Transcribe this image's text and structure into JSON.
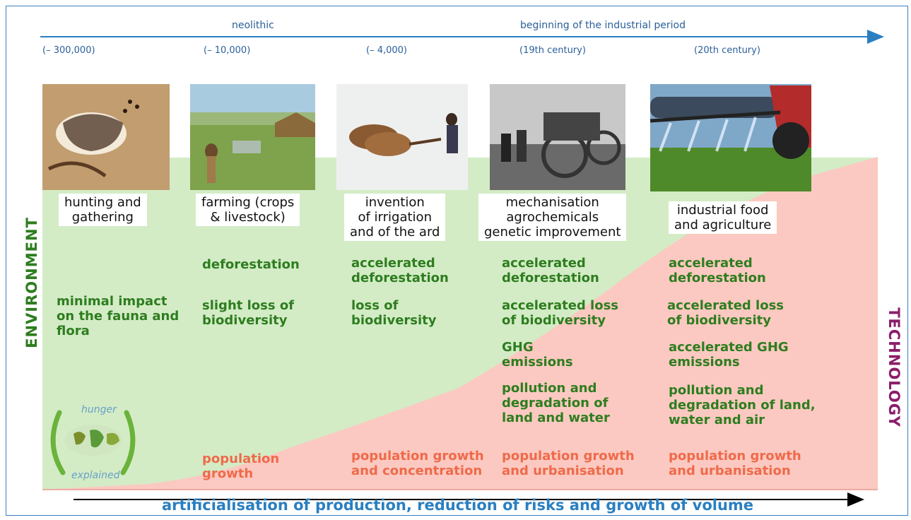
{
  "timeline": {
    "eras": [
      {
        "label": "neolithic"
      },
      {
        "label": "beginning of the industrial period"
      }
    ],
    "dates": [
      "(– 300,000)",
      "(– 10,000)",
      "(– 4,000)",
      "(19th century)",
      "(20th century)"
    ]
  },
  "stages": [
    {
      "label": "hunting and\ngathering",
      "image": "cave-painting-image"
    },
    {
      "label": "farming (crops\n& livestock)",
      "image": "neolithic-farming-image"
    },
    {
      "label": "invention\nof irrigation\nand of the ard",
      "image": "ox-plough-image"
    },
    {
      "label": "mechanisation\nagrochemicals\ngenetic improvement",
      "image": "early-tractor-image"
    },
    {
      "label": "industrial food\nand agriculture",
      "image": "crop-sprayer-image"
    }
  ],
  "impacts": {
    "col1": [
      "minimal impact\non the fauna and\nflora"
    ],
    "col2": [
      "deforestation",
      "slight loss of\nbiodiversity"
    ],
    "col3": [
      "accelerated\ndeforestation",
      "loss of\nbiodiversity"
    ],
    "col4": [
      "accelerated\ndeforestation",
      "accelerated loss\nof biodiversity",
      "GHG\nemissions",
      "pollution and\ndegradation of\nland and water"
    ],
    "col5": [
      "accelerated\ndeforestation",
      "accelerated loss\nof biodiversity",
      "accelerated GHG\nemissions",
      "pollution and\ndegradation of land,\nwater and air"
    ]
  },
  "population": {
    "col2": "population\ngrowth",
    "col3": "population growth\nand concentration",
    "col4": "population growth\nand urbanisation",
    "col5": "population growth\nand urbanisation"
  },
  "axes": {
    "left": "ENVIRONMENT",
    "right": "TECHNOLOGY",
    "bottom": "artificialisation of production, reduction of risks and growth of volume"
  },
  "logo": {
    "top": "hunger",
    "bottom": "explained"
  },
  "colors": {
    "environment": "#d3ecc6",
    "technology": "#fbc9c1",
    "impact_text": "#2e7d1f",
    "population_text": "#ef6a4a",
    "timeline": "#2a7fc1",
    "tech_label": "#8b1d6a"
  }
}
